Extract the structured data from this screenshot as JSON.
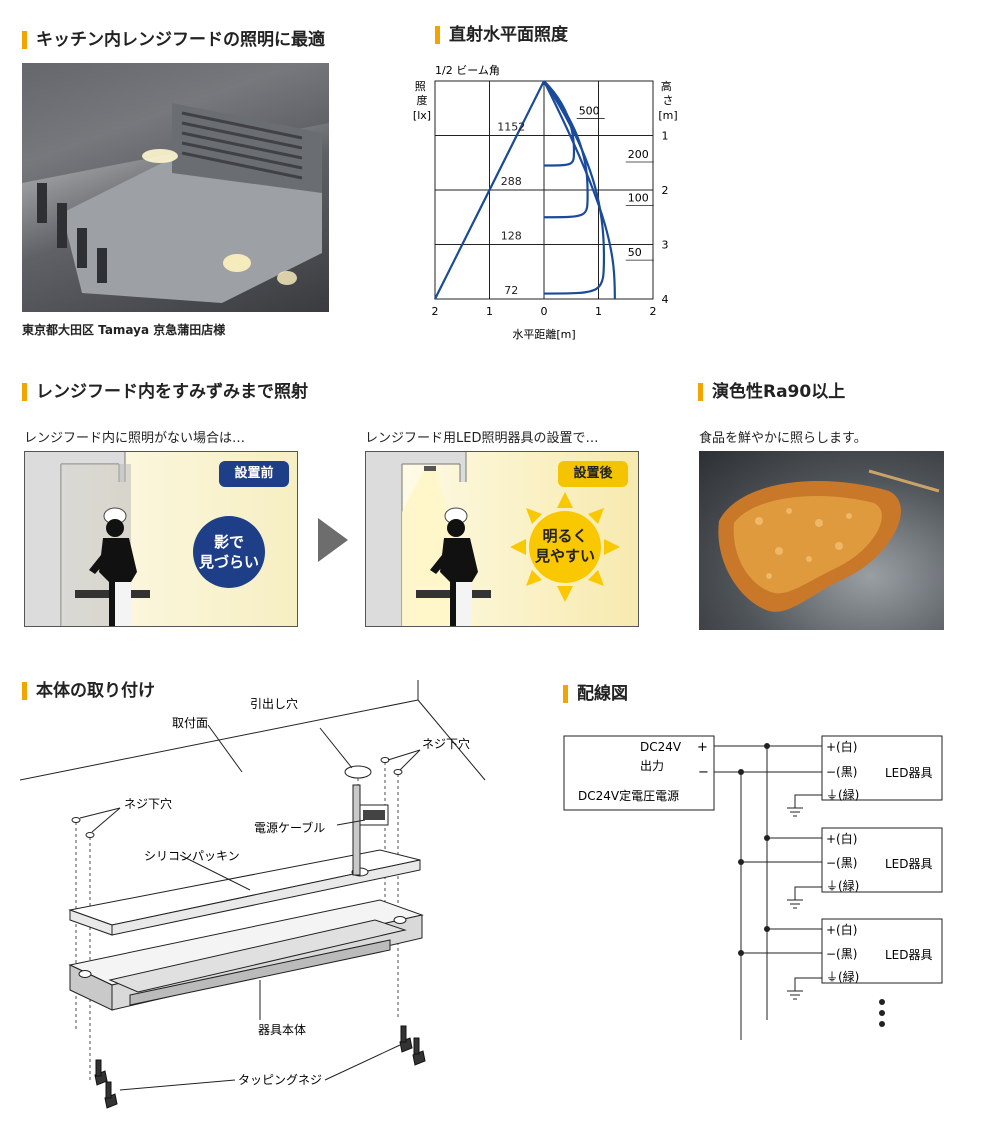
{
  "sections": {
    "kitchen": {
      "title": "キッチン内レンジフードの照明に最適",
      "caption": "東京都大田区  Tamaya 京急蒲田店様"
    },
    "illuminance": {
      "title": "直射水平面照度",
      "beam_label": "1/2 ビーム角",
      "left_axis_label": "照度",
      "left_axis_unit": "[lx]",
      "right_axis_label": "高さ",
      "right_axis_unit": "[m]",
      "x_axis_label": "水平距離[m]"
    },
    "range_hood": {
      "title": "レンジフード内をすみずみまで照射",
      "before_caption": "レンジフード内に照明がない場合は…",
      "after_caption": "レンジフード用LED照明器具の設置で…",
      "before_badge": "設置前",
      "after_badge": "設置後",
      "before_bubble_line1": "影で",
      "before_bubble_line2": "見づらい",
      "after_bubble_line1": "明るく",
      "after_bubble_line2": "見やすい"
    },
    "color_rendering": {
      "title": "演色性Ra90以上",
      "caption": "食品を鮮やかに照らします。"
    },
    "mounting": {
      "title": "本体の取り付け",
      "labels": {
        "exit_hole": "引出し穴",
        "mount_surface": "取付面",
        "screw_hole_right": "ネジ下穴",
        "screw_hole_left": "ネジ下穴",
        "power_cable": "電源ケーブル",
        "silicone_packing": "シリコンパッキン",
        "fixture_body": "器具本体",
        "tapping_screw": "タッピングネジ"
      }
    },
    "wiring": {
      "title": "配線図",
      "power_line1": "DC24V",
      "power_line2": "出力",
      "power_name": "DC24V定電圧電源",
      "plus": "+",
      "minus": "−",
      "fixtures": [
        {
          "plus_label": "+(白)",
          "minus_label": "−(黒)",
          "ground_label": "⏚(緑)",
          "name": "LED器具"
        },
        {
          "plus_label": "+(白)",
          "minus_label": "−(黒)",
          "ground_label": "⏚(緑)",
          "name": "LED器具"
        },
        {
          "plus_label": "+(白)",
          "minus_label": "−(黒)",
          "ground_label": "⏚(緑)",
          "name": "LED器具"
        }
      ]
    }
  },
  "chart_data": {
    "type": "line",
    "title": "直射水平面照度",
    "x_label": "水平距離[m]",
    "y_label": "高さ[m]",
    "x_ticks": [
      "2",
      "1",
      "0",
      "1",
      "2"
    ],
    "y_ticks": [
      "1",
      "2",
      "3",
      "4"
    ],
    "xlim": [
      -2,
      2
    ],
    "ylim": [
      0,
      4
    ],
    "y_axis_inverted": true,
    "beam_angle_line": {
      "name": "1/2 ビーム角",
      "points": [
        [
          0,
          0
        ],
        [
          -2,
          4
        ]
      ]
    },
    "illuminance_at_height": [
      {
        "height": 1,
        "lx": 1152
      },
      {
        "height": 2,
        "lx": 288
      },
      {
        "height": 3,
        "lx": 128
      },
      {
        "height": 4,
        "lx": 72
      }
    ],
    "isolux": [
      {
        "name": "500",
        "extent_m": [
          [
            0,
            0
          ],
          [
            0.5,
            0.5
          ],
          [
            0.55,
            1.0
          ],
          [
            0,
            1.55
          ]
        ]
      },
      {
        "name": "200",
        "extent_m": [
          [
            0,
            0
          ],
          [
            0.8,
            1.0
          ],
          [
            0.8,
            1.7
          ],
          [
            0,
            2.5
          ]
        ]
      },
      {
        "name": "100",
        "extent_m": [
          [
            0,
            0
          ],
          [
            1.0,
            1.5
          ],
          [
            1.1,
            2.5
          ],
          [
            0,
            3.9
          ]
        ]
      },
      {
        "name": "50",
        "extent_m": [
          [
            0,
            0
          ],
          [
            1.25,
            2.5
          ],
          [
            1.3,
            4.0
          ]
        ]
      }
    ],
    "grid": true,
    "colors": {
      "curve": "#1a4a9a",
      "grid": "#222222"
    }
  },
  "colors": {
    "accent": "#f2a400",
    "before_badge": "#1e3f88",
    "after_badge": "#f5c400",
    "bubble_blue": "#1e3f88",
    "sun_yellow": "#f9c800"
  }
}
